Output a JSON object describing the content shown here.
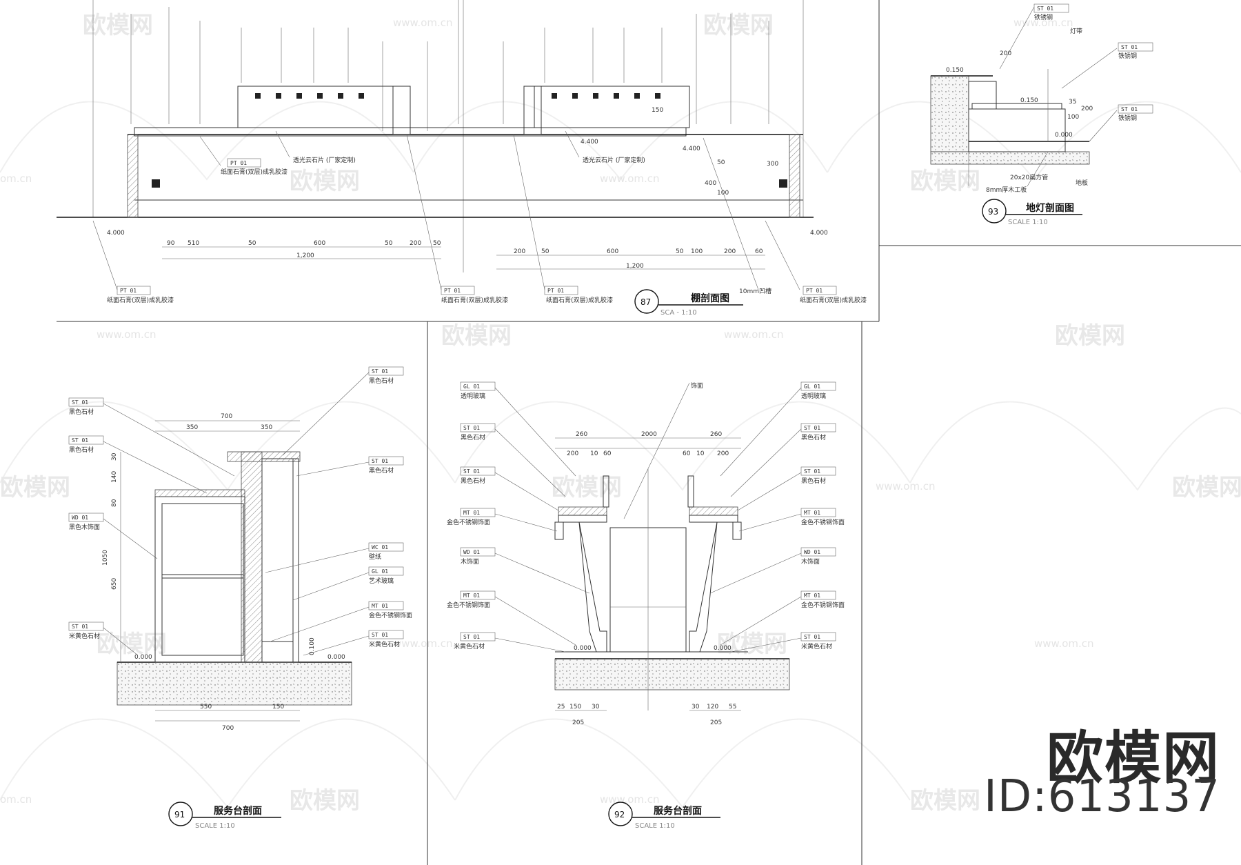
{
  "watermark": {
    "brand": "欧模网",
    "url": "www.om.cn",
    "url_short": "om.cn"
  },
  "brand_corner": {
    "name": "欧模网",
    "id": "ID:613137"
  },
  "drawings": {
    "d87": {
      "number": "87",
      "title": "棚剖面图",
      "scale": "SCA - 1:10",
      "levels": [
        "4.400",
        "4.400",
        "4.000",
        "4.000"
      ],
      "dims_left": [
        "90",
        "510",
        "50",
        "600",
        "50",
        "200",
        "50",
        "1,200"
      ],
      "dims_right": [
        "200",
        "50",
        "600",
        "50",
        "100",
        "200",
        "60",
        "1,200"
      ],
      "labels": [
        "纸面石膏(双层)成乳胶漆",
        "透光云石片 (厂家定制)",
        "透光云石片 (厂家定制)",
        "纸面石膏(双层)成乳胶漆",
        "纸面石膏(双层)成乳胶漆",
        "纸面石膏(双层)成乳胶漆",
        "10mm凹槽"
      ],
      "codes": [
        "PT 01",
        "PT 01",
        "PT 01",
        "PT 01",
        "PT 01"
      ],
      "side_dims": [
        "150",
        "400",
        "100",
        "50",
        "300"
      ]
    },
    "d93": {
      "number": "93",
      "title": "地灯剖面图",
      "scale": "SCALE 1:10",
      "labels": [
        "铁锈钢",
        "铁锈钢",
        "铁锈钢",
        "灯带",
        "20x20扁方管",
        "8mm厚木工板",
        "地板"
      ],
      "codes": [
        "ST 01",
        "ST 01",
        "ST 01"
      ],
      "levels": [
        "0.150",
        "0.150",
        "0.000"
      ],
      "dims": [
        "200",
        "35",
        "100",
        "200"
      ]
    },
    "d91": {
      "number": "91",
      "title": "服务台剖面",
      "scale": "SCALE 1:10",
      "labels_left": [
        "黑色石材",
        "黑色石材",
        "黑色木饰面",
        "米黄色石材"
      ],
      "codes_left": [
        "ST 01",
        "ST 01",
        "WD 01",
        "ST 01"
      ],
      "labels_right": [
        "黑色石材",
        "黑色石材",
        "壁纸",
        "艺术玻璃",
        "金色不锈钢饰面",
        "米黄色石材"
      ],
      "codes_right": [
        "ST 01",
        "ST 01",
        "WC 01",
        "GL 01",
        "MT 01",
        "ST 01"
      ],
      "dims_top": [
        "700",
        "350",
        "350"
      ],
      "dims_bottom": [
        "550",
        "150",
        "700"
      ],
      "dims_left": [
        "30",
        "140",
        "80",
        "650",
        "1050"
      ],
      "levels": [
        "0.000",
        "0.100"
      ]
    },
    "d92": {
      "number": "92",
      "title": "服务台剖面",
      "scale": "SCALE 1:10",
      "labels_left": [
        "透明玻璃",
        "黑色石材",
        "黑色石材",
        "金色不锈钢饰面",
        "木饰面",
        "金色不锈钢饰面",
        "米黄色石材"
      ],
      "codes_left": [
        "GL 01",
        "ST 01",
        "ST 01",
        "MT 01",
        "WD 01",
        "MT 01",
        "ST 01"
      ],
      "labels_right": [
        "透明玻璃",
        "黑色石材",
        "黑色石材",
        "金色不锈钢饰面",
        "木饰面",
        "金色不锈钢饰面",
        "米黄色石材"
      ],
      "codes_right": [
        "GL 01",
        "ST 01",
        "ST 01",
        "MT 01",
        "WD 01",
        "MT 01",
        "ST 01"
      ],
      "top_note": "饰面",
      "dims_top": [
        "260",
        "2000",
        "260",
        "200",
        "10",
        "60",
        "60",
        "10",
        "200"
      ],
      "dims_bottom": [
        "25",
        "150",
        "30",
        "205",
        "30",
        "120",
        "55",
        "205"
      ],
      "levels": [
        "0.000",
        "0.000"
      ]
    }
  }
}
